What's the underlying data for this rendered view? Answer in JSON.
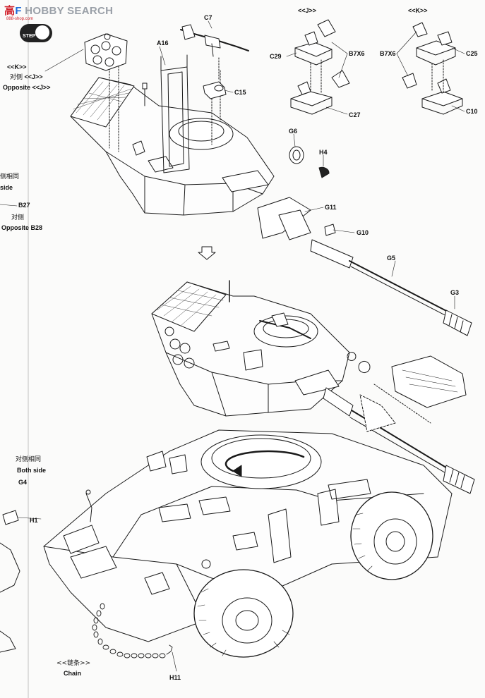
{
  "watermark": {
    "prefix": "F",
    "brand": "HOBBY",
    "suffix": "SEARCH",
    "sub": "888-shop.com",
    "logo_glyphs": "高"
  },
  "step": {
    "label": "STEP",
    "number": ""
  },
  "top_left": {
    "k_tag": "<<K>>",
    "opposite_cn": "对侧",
    "j_tag": "<<J>>",
    "opposite": "Opposite",
    "opposite_j_tag": "<<J>>"
  },
  "left_side": {
    "same_cn": "侧相同",
    "side": "side",
    "b27": "B27",
    "opposite_cn": "对侧",
    "opposite_b28": "Opposite B28"
  },
  "parts": {
    "a16": "A16",
    "c7": "C7",
    "c15": "C15",
    "g6": "G6",
    "h4": "H4",
    "g11": "G11",
    "g10": "G10",
    "g5": "G5",
    "g3": "G3"
  },
  "subassembly_j": {
    "tag": "<<J>>",
    "c29": "C29",
    "b7x6": "B7X6",
    "c27": "C27"
  },
  "subassembly_k": {
    "tag": "<<K>>",
    "b7x6": "B7X6",
    "c25": "C25",
    "c10": "C10"
  },
  "lower_left": {
    "both_cn": "对侧相同",
    "both_side": "Both side",
    "g4": "G4",
    "h1": "H1",
    "chain_cn": "<<链条>>",
    "chain": "Chain",
    "h11": "H11"
  }
}
